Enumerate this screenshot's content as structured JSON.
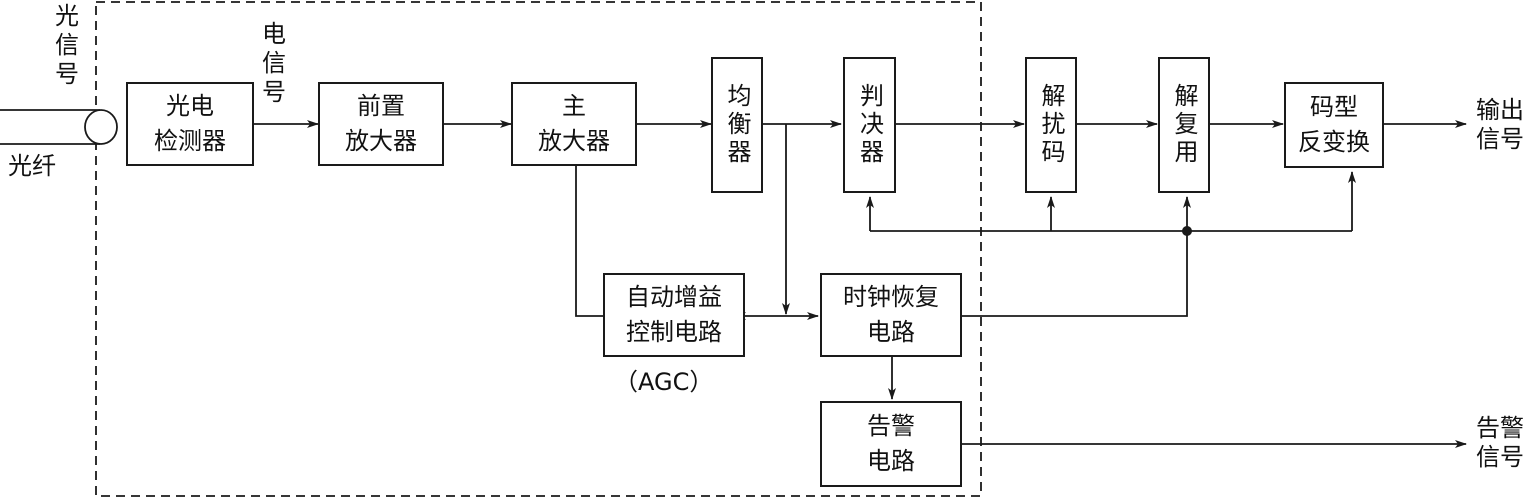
{
  "title": "光接收机方框图",
  "input": {
    "optical_signal": "光信号",
    "fiber": "光纤",
    "electrical_signal": "电信号"
  },
  "blocks": {
    "photodetector": "光电\n检测器",
    "preamp": "前置\n放大器",
    "main_amp": "主\n放大器",
    "equalizer": "均衡器",
    "decision": "判决器",
    "descrambler": "解扰码",
    "demux": "解复用",
    "code_inverse": "码型\n反变换",
    "agc": "自动增益\n控制电路",
    "clock_recovery": "时钟恢复\n电路",
    "alarm": "告警\n电路"
  },
  "agc_note": "（AGC）",
  "outputs": {
    "output_signal": "输出信号",
    "alarm_signal": "告警信号"
  },
  "colors": {
    "line": "#1a1a1a",
    "background": "#ffffff"
  }
}
